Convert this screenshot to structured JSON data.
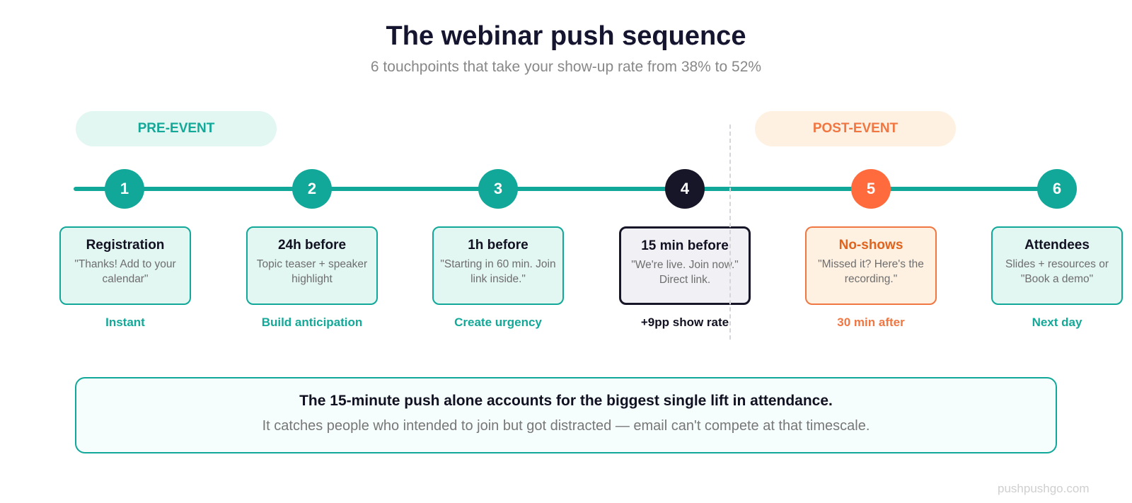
{
  "header": {
    "title": "The webinar push sequence",
    "subtitle": "6 touchpoints that take your show-up rate from 38% to 52%"
  },
  "phases": {
    "pre": {
      "label": "PRE-EVENT",
      "color": "#13a898",
      "background": "#e2f6f2"
    },
    "post": {
      "label": "POST-EVENT",
      "color": "#f07642",
      "background": "#fff1e1"
    }
  },
  "colors": {
    "teal": "#12a899",
    "dark": "#161628",
    "orange": "#f07642"
  },
  "steps": [
    {
      "number": "1",
      "title": "Registration",
      "description": "\"Thanks! Add to your calendar\"",
      "caption": "Instant",
      "variant": "teal"
    },
    {
      "number": "2",
      "title": "24h before",
      "description": "Topic teaser + speaker highlight",
      "caption": "Build anticipation",
      "variant": "teal"
    },
    {
      "number": "3",
      "title": "1h before",
      "description": "\"Starting in 60 min. Join link inside.\"",
      "caption": "Create urgency",
      "variant": "teal"
    },
    {
      "number": "4",
      "title": "15 min before",
      "description": "\"We're live. Join now.\" Direct link.",
      "caption": "+9pp show rate",
      "variant": "dark"
    },
    {
      "number": "5",
      "title": "No-shows",
      "description": "\"Missed it? Here's the recording.\"",
      "caption": "30 min after",
      "variant": "orange"
    },
    {
      "number": "6",
      "title": "Attendees",
      "description": "Slides + resources or \"Book a demo\"",
      "caption": "Next day",
      "variant": "teal"
    }
  ],
  "callout": {
    "title": "The 15-minute push alone accounts for the biggest single lift in attendance.",
    "text": "It catches people who intended to join but got distracted — email can't compete at that timescale."
  },
  "footer": {
    "brand": "pushpushgo.com"
  }
}
